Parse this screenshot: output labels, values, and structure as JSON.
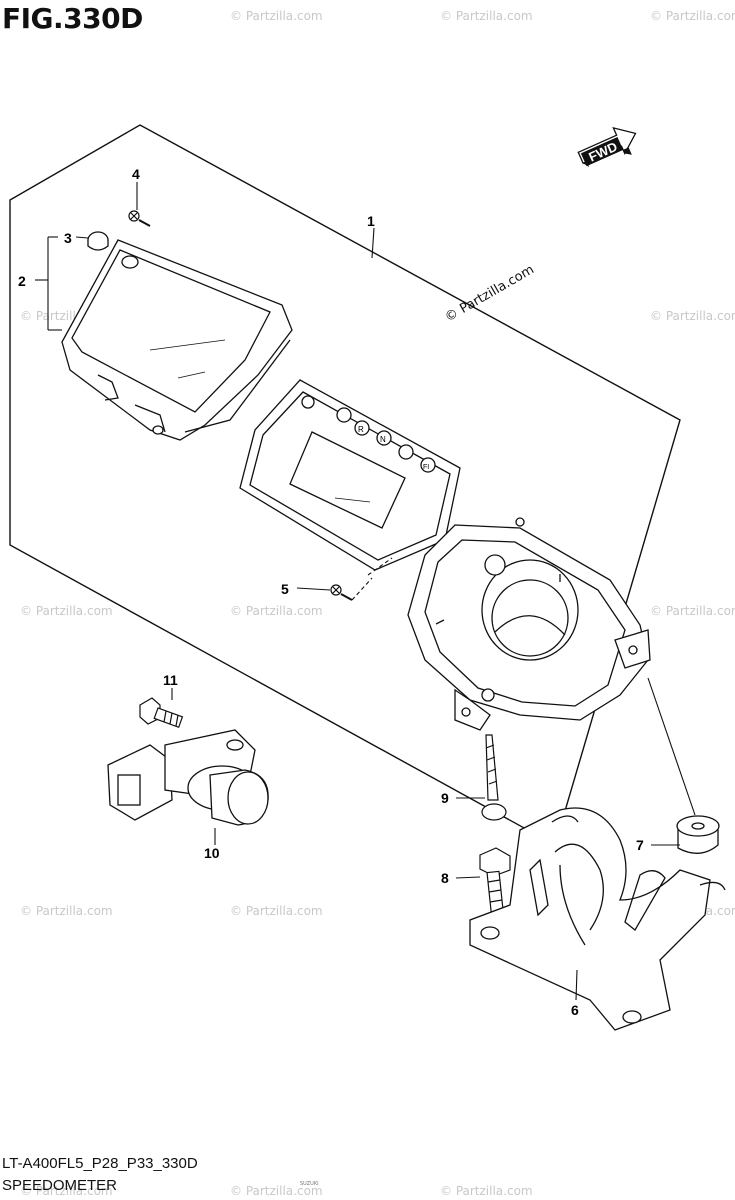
{
  "figure": {
    "title": "FIG.330D",
    "model_code": "LT-A400FL5_P28_P33_330D",
    "section_name": "SPEEDOMETER",
    "fwd_label": "FWD",
    "copyright_note": "© Partzilla.com",
    "footer_fineprint": "SUZUKI"
  },
  "callouts": [
    {
      "id": "1",
      "label": "1"
    },
    {
      "id": "2",
      "label": "2"
    },
    {
      "id": "3",
      "label": "3"
    },
    {
      "id": "4",
      "label": "4"
    },
    {
      "id": "5",
      "label": "5"
    },
    {
      "id": "6",
      "label": "6"
    },
    {
      "id": "7",
      "label": "7"
    },
    {
      "id": "8",
      "label": "8"
    },
    {
      "id": "9",
      "label": "9"
    },
    {
      "id": "10",
      "label": "10"
    },
    {
      "id": "11",
      "label": "11"
    }
  ],
  "indicator_lamps": [
    "R",
    "N",
    "FI"
  ],
  "watermark": "© Partzilla.com"
}
